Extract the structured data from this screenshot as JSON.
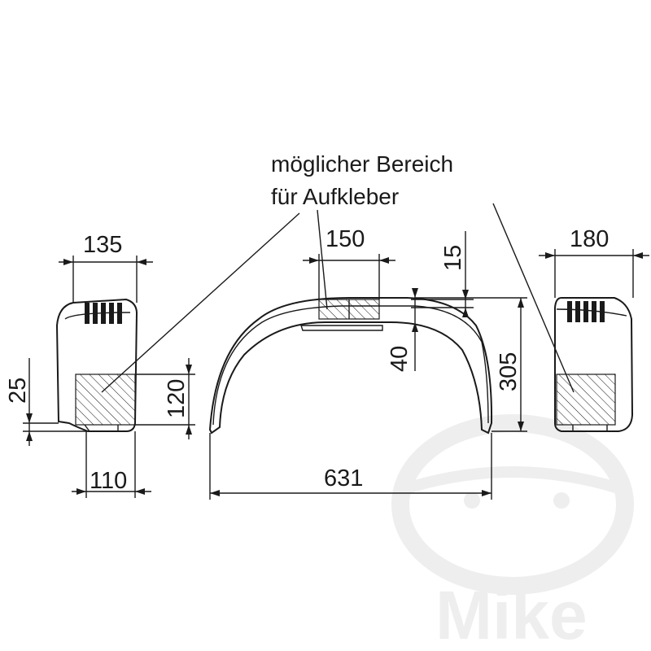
{
  "note": {
    "line1": "möglicher Bereich",
    "line2": "für Aufkleber"
  },
  "dimensions": {
    "d135": "135",
    "d150": "150",
    "d15": "15",
    "d180": "180",
    "d25": "25",
    "d120": "120",
    "d40": "40",
    "d305": "305",
    "d110": "110",
    "d631": "631"
  },
  "watermark": {
    "text": "Mike"
  },
  "colors": {
    "ink": "#1a1a1a",
    "watermark": "#eeeeee",
    "background": "#ffffff"
  }
}
